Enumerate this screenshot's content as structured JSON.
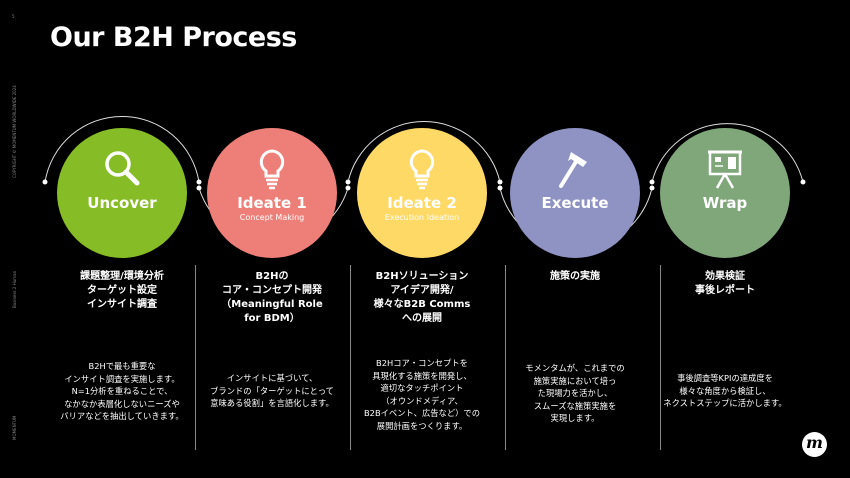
{
  "page_number": "5",
  "title": "Our B2H Process",
  "side_labels": {
    "copyright": "COPYRIGHT © MOMENTUM WORLDWIDE 2024",
    "tagline": "Business 2 Human",
    "brand": "MOMENTUM"
  },
  "logo_text": "m",
  "steps": [
    {
      "label": "Uncover",
      "sub": "",
      "icon": "magnifier-icon",
      "color": "#86BC25",
      "heading": "課題整理/環境分析\nターゲット設定\nインサイト調査",
      "body": "B2Hで最も重要な\nインサイト調査を実施します。\nN=1分析を重ねることで、\nなかなか表層化しないニーズや\nバリアなどを抽出していきます。"
    },
    {
      "label": "Ideate 1",
      "sub": "Concept Making",
      "icon": "lightbulb-icon",
      "color": "#EE7F78",
      "heading": "B2Hの\nコア・コンセプト開発\n（Meaningful Role\nfor BDM）",
      "body": "インサイトに基づいて、\nブランドの「ターゲットにとって\n意味ある役割」を言語化します。"
    },
    {
      "label": "Ideate 2",
      "sub": "Execution Ideation",
      "icon": "lightbulb-icon",
      "color": "#FFD966",
      "heading": "B2Hソリューション\nアイデア開発/\n様々なB2B Comms\nへの展開",
      "body": "B2Hコア・コンセプトを\n具現化する施策を開発し、\n適切なタッチポイント\n（オウンドメディア、\nB2Bイベント、広告など）での\n展開計画をつくります。"
    },
    {
      "label": "Execute",
      "sub": "",
      "icon": "hammer-icon",
      "color": "#8E93C4",
      "heading": "施策の実施",
      "body": "モメンタムが、これまでの\n施策実施において培っ\nた現場力を活かし、\nスムーズな施策実施を\n実現します。"
    },
    {
      "label": "Wrap",
      "sub": "",
      "icon": "presentation-board-icon",
      "color": "#7FA77A",
      "heading": "効果検証\n事後レポート",
      "body": "事後調査等KPIの達成度を\n様々な角度から検証し、\nネクストステップに活かします。"
    }
  ]
}
